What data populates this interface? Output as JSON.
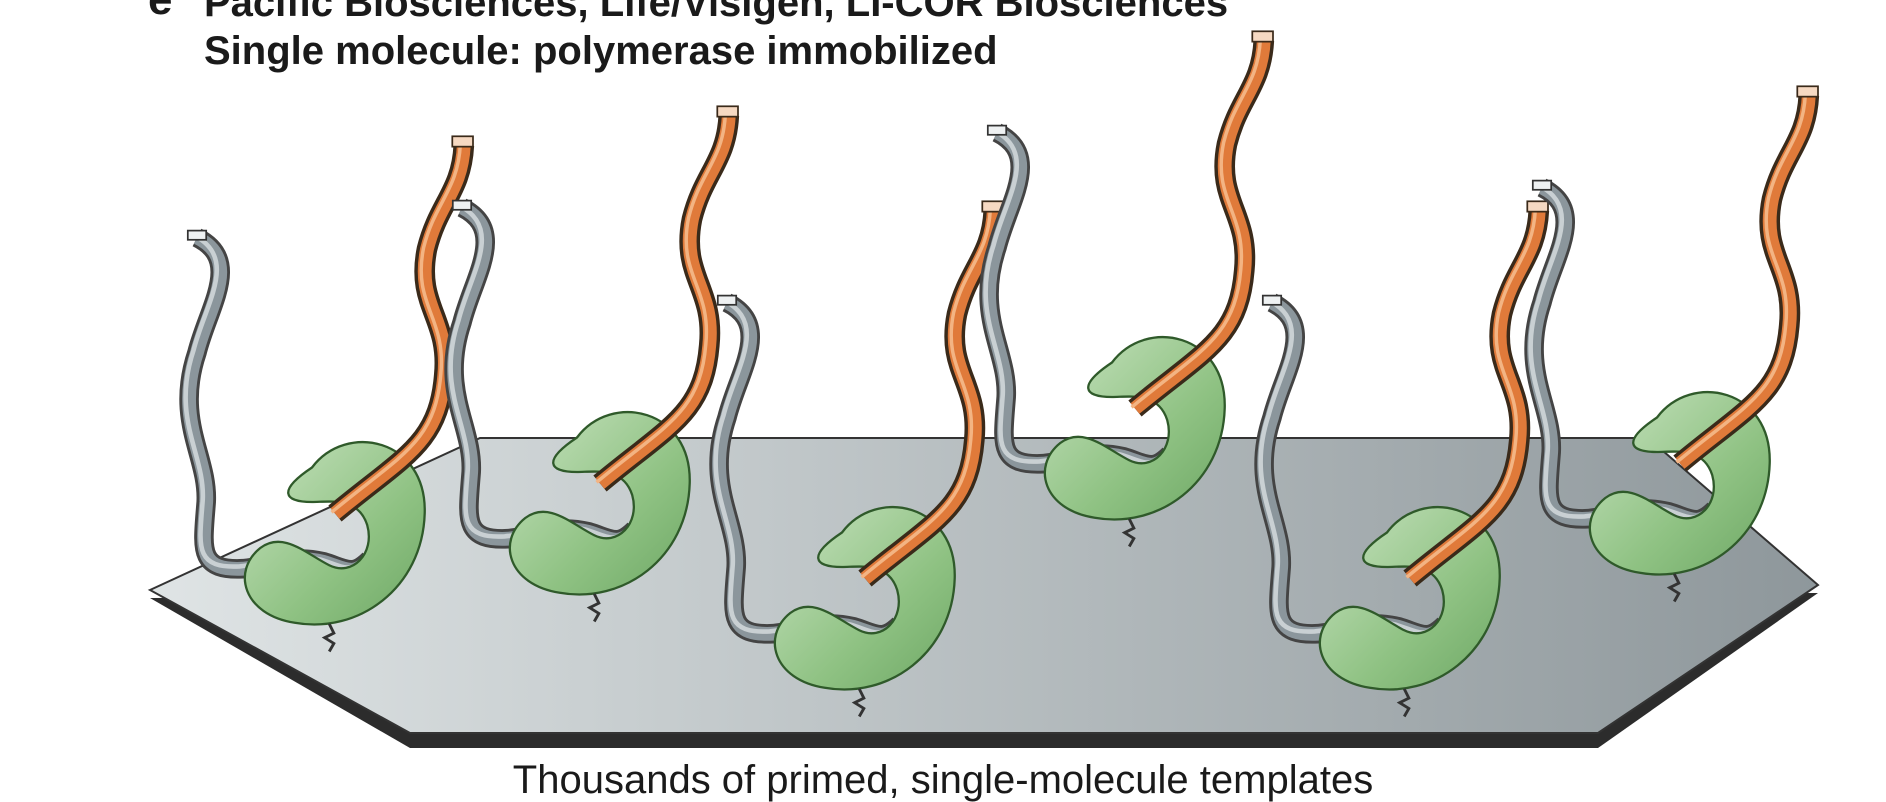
{
  "panel": {
    "letter": "e",
    "title_line1": "Pacific Biosciences, Life/Visigen, LI-COR Biosciences",
    "title_line2": "Single molecule: polymerase immobilized",
    "caption": "Thousands of primed, single-molecule templates"
  },
  "colors": {
    "polymerase": "#8fc283",
    "primer": "#e07a3a",
    "template": "#7f8b92",
    "surface_light": "#dde2e3",
    "surface_dark": "#8e979b"
  },
  "complexes": [
    {
      "id": 1
    },
    {
      "id": 2
    },
    {
      "id": 3
    },
    {
      "id": 4
    },
    {
      "id": 5
    },
    {
      "id": 6
    }
  ]
}
